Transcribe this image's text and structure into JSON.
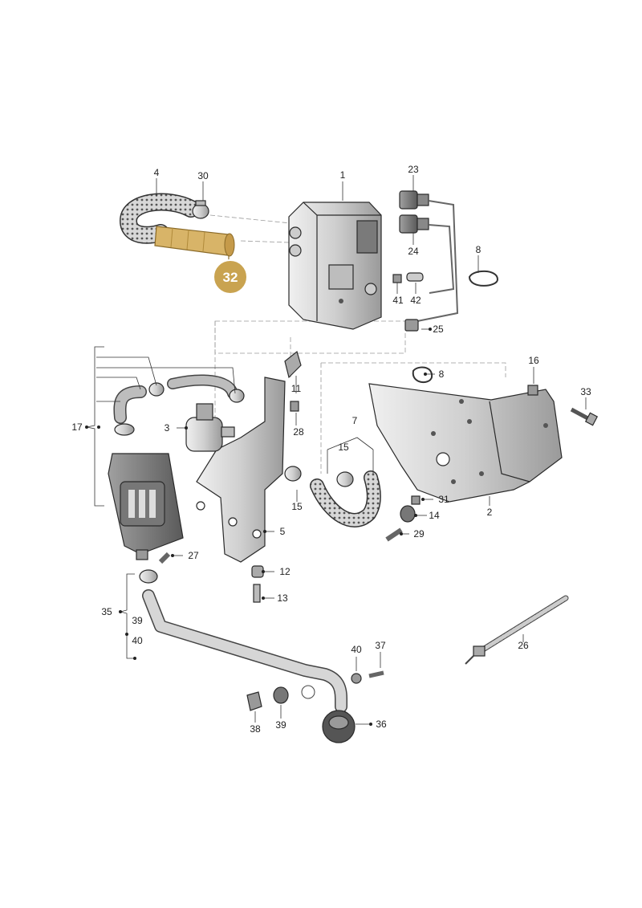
{
  "highlight": {
    "part_number": "32",
    "fill_color": "#c9a350",
    "part_color": "#d8b468"
  },
  "labels": [
    "1",
    "2",
    "3",
    "4",
    "5",
    "7",
    "8",
    "8",
    "11",
    "12",
    "13",
    "14",
    "15",
    "15",
    "16",
    "17",
    "23",
    "24",
    "25",
    "26",
    "27",
    "28",
    "29",
    "30",
    "31",
    "33",
    "35",
    "36",
    "37",
    "38",
    "39",
    "39",
    "40",
    "40",
    "41",
    "42"
  ]
}
